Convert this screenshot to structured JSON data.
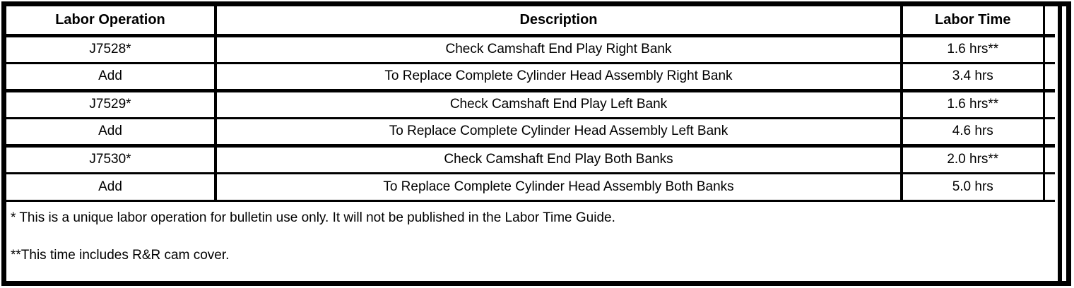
{
  "colors": {
    "border": "#000000",
    "background": "#ffffff",
    "text": "#000000"
  },
  "table": {
    "headers": {
      "labor_operation": "Labor Operation",
      "description": "Description",
      "labor_time": "Labor Time"
    },
    "rows": [
      {
        "op": "J7528*",
        "desc": "Check Camshaft End Play Right Bank",
        "time": "1.6 hrs**"
      },
      {
        "op": "Add",
        "desc": "To Replace Complete Cylinder Head Assembly Right Bank",
        "time": "3.4 hrs"
      },
      {
        "op": "J7529*",
        "desc": "Check Camshaft End Play Left Bank",
        "time": "1.6 hrs**"
      },
      {
        "op": "Add",
        "desc": "To Replace Complete Cylinder Head Assembly Left Bank",
        "time": "4.6 hrs"
      },
      {
        "op": "J7530*",
        "desc": "Check Camshaft End Play Both Banks",
        "time": "2.0 hrs**"
      },
      {
        "op": "Add",
        "desc": "To Replace Complete Cylinder Head Assembly Both Banks",
        "time": "5.0 hrs"
      }
    ]
  },
  "footnotes": {
    "bulletin_note": "* This is a unique labor operation for bulletin use only. It will not be published in the Labor Time Guide.",
    "time_note": "**This time includes R&R cam cover."
  }
}
